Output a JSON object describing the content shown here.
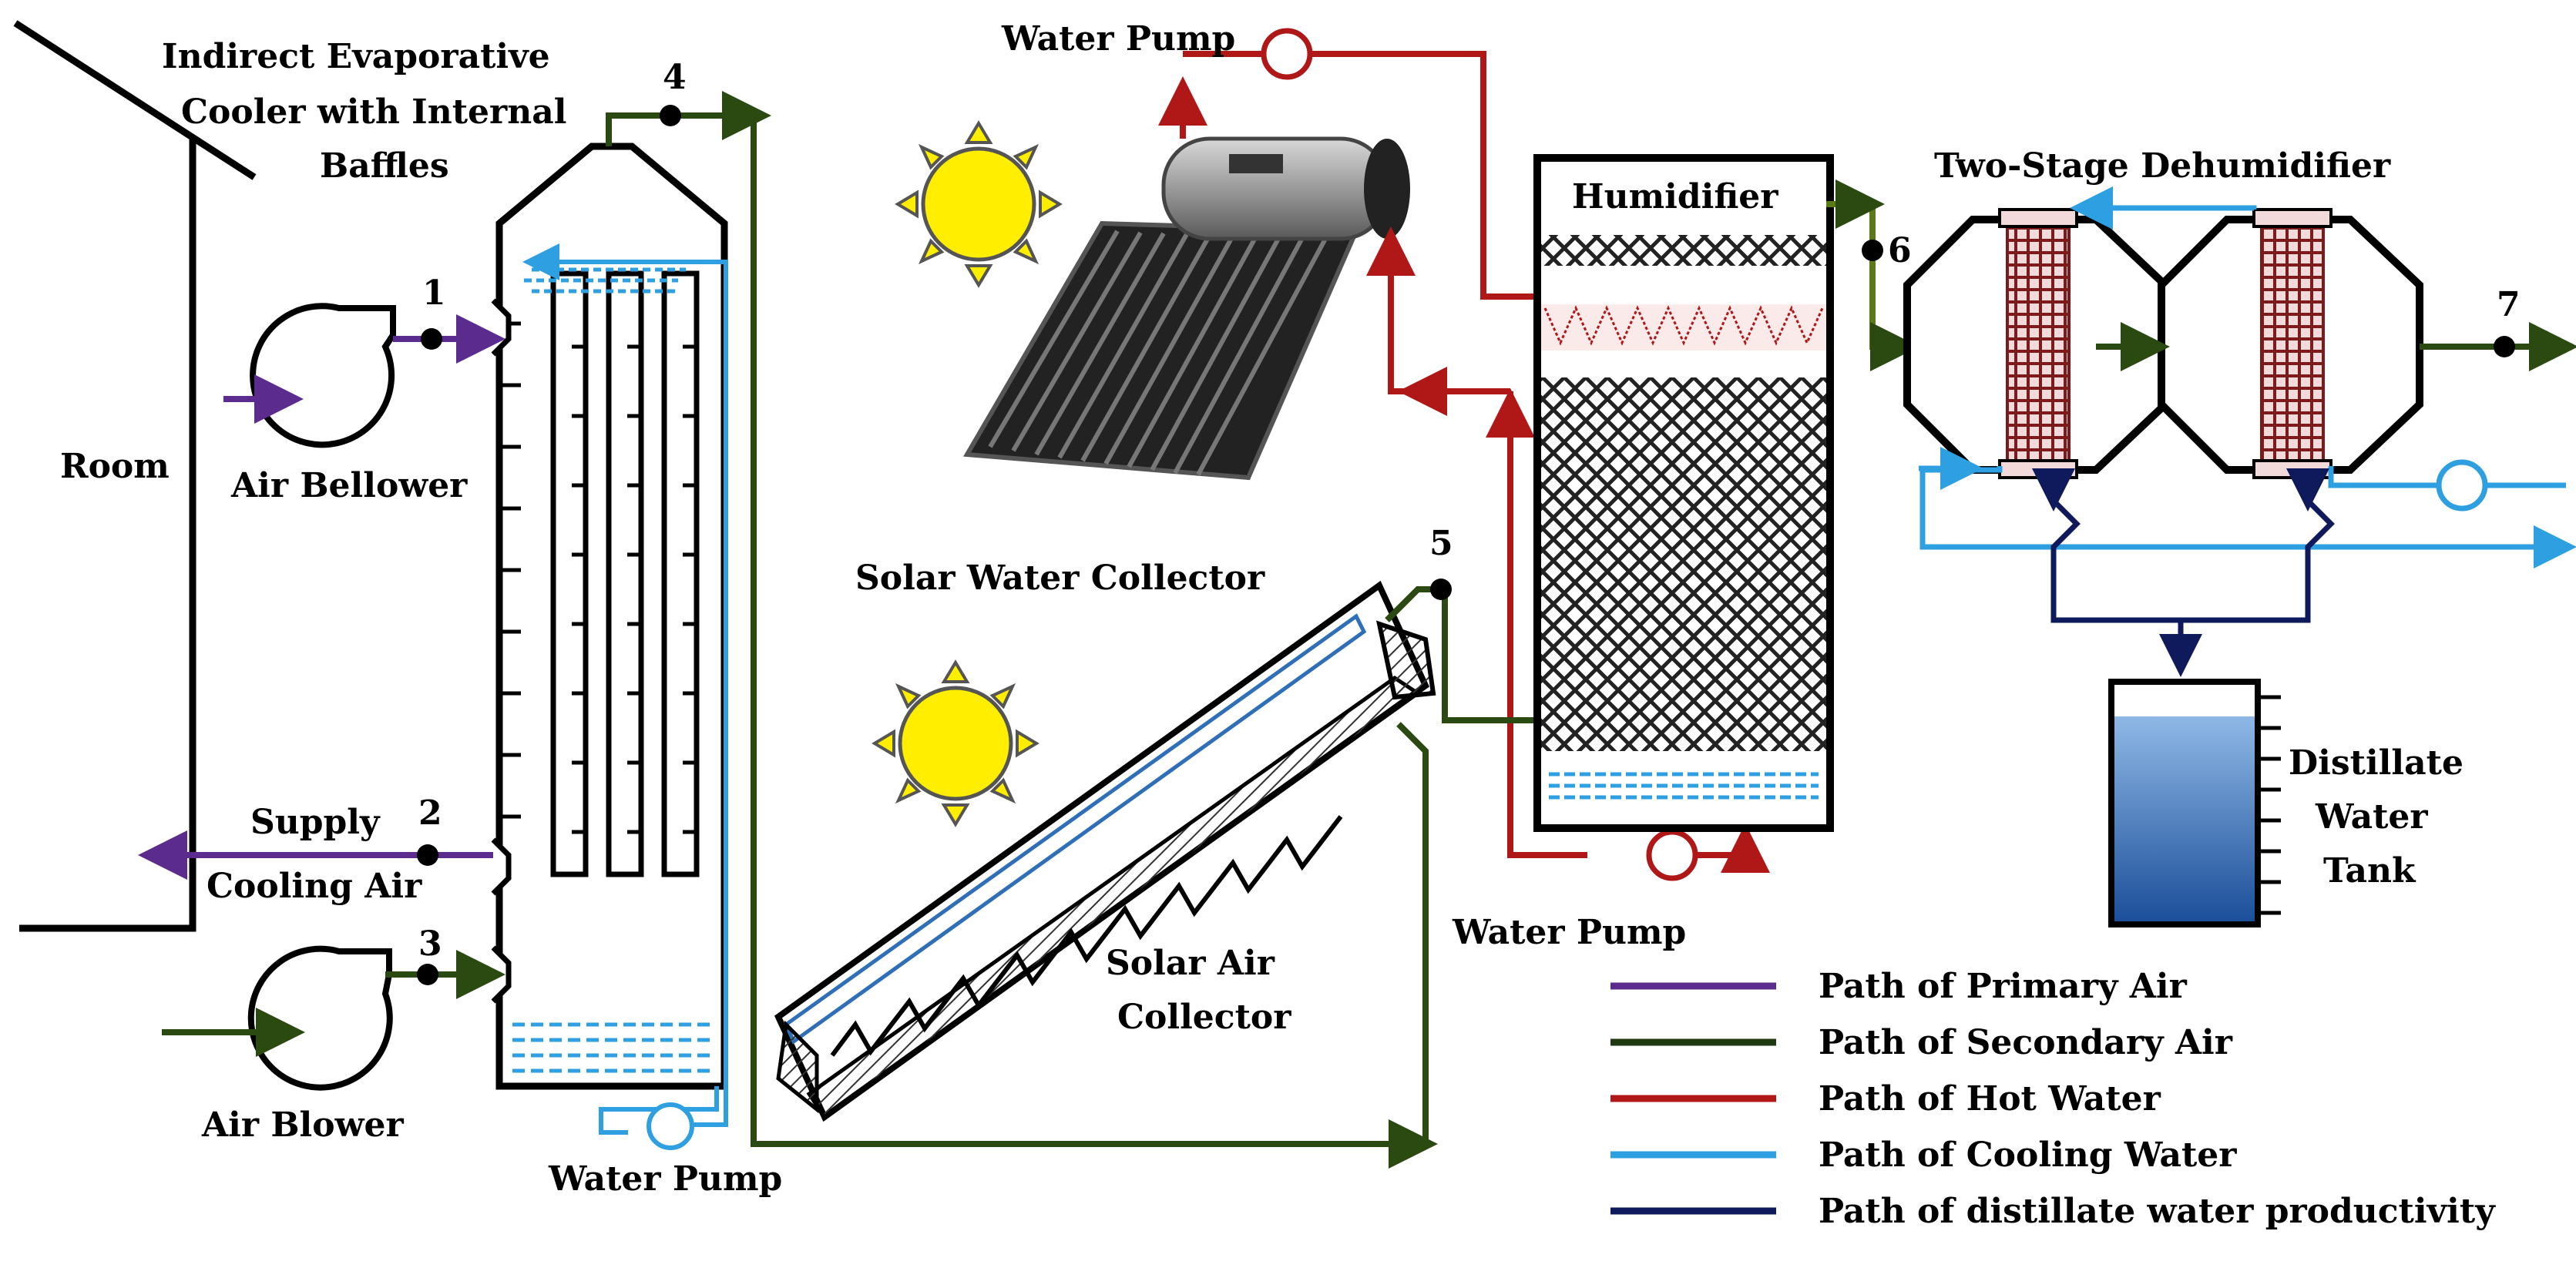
{
  "labels": {
    "cooler_line1": "Indirect  Evaporative",
    "cooler_line2": "Cooler with Internal",
    "cooler_line3": "Baffles",
    "room": "Room",
    "air_bellower": "Air Bellower",
    "air_blower": "Air Blower",
    "supply_line1": "Supply",
    "supply_line2": "Cooling Air",
    "water_pump_top": "Water Pump",
    "water_pump_bottom_left": "Water Pump",
    "water_pump_humidifier": "Water Pump",
    "solar_water_collector": "Solar Water Collector",
    "solar_air_line1": "Solar Air",
    "solar_air_line2": "Collector",
    "humidifier": "Humidifier",
    "dehumidifier": "Two-Stage Dehumidifier",
    "tank_line1": "Distillate",
    "tank_line2": "Water",
    "tank_line3": "Tank"
  },
  "state_points": [
    "1",
    "2",
    "3",
    "4",
    "5",
    "6",
    "7"
  ],
  "legend": [
    {
      "label": "Path of Primary  Air",
      "color": "#5b2c8e"
    },
    {
      "label": "Path of Secondary Air",
      "color": "#1f3a12"
    },
    {
      "label": "Path of Hot Water",
      "color": "#b01818"
    },
    {
      "label": "Path of Cooling  Water",
      "color": "#2e9fe0"
    },
    {
      "label": "Path of distillate  water productivity",
      "color": "#0e1a5c"
    }
  ],
  "colors": {
    "primary_air": "#5b2c8e",
    "secondary_air": "#2b4a12",
    "hot_water": "#b01818",
    "cooling_water": "#2e9fe0",
    "distillate": "#0e1a5c",
    "sun": "#ffee00",
    "tank_water": "#2f6fb8"
  }
}
